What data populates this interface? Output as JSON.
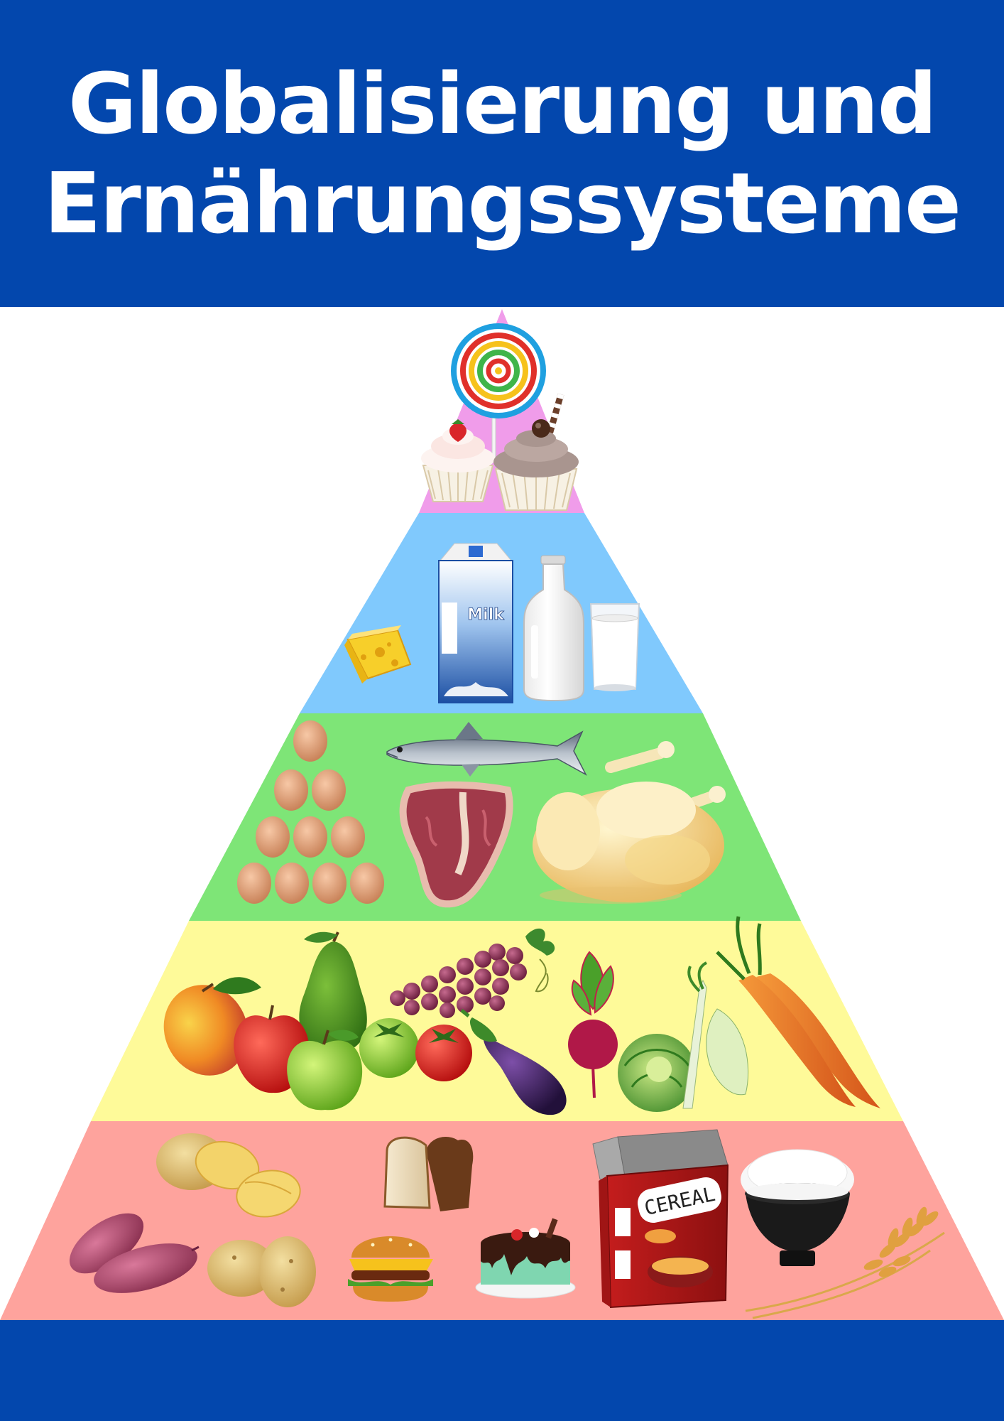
{
  "header": {
    "title_line_1": "Globalisierung und",
    "title_line_2": "Ernährungssysteme",
    "background": "#0347ad",
    "text_color": "#ffffff"
  },
  "pyramid": {
    "tiers": [
      {
        "name": "sweets",
        "color": "#f09cea",
        "items": [
          "lollipop-icon",
          "cupcake-icon",
          "chocolate-cupcake-icon"
        ]
      },
      {
        "name": "dairy",
        "color": "#80c9fd",
        "items": [
          "cheese-icon",
          "milk-carton-icon",
          "milk-bottle-icon",
          "milk-glass-icon"
        ]
      },
      {
        "name": "protein",
        "color": "#7ee577",
        "items": [
          "eggs-icon",
          "fish-icon",
          "steak-icon",
          "roast-chicken-icon"
        ]
      },
      {
        "name": "fruits-vegetables",
        "color": "#fefa99",
        "items": [
          "mango-icon",
          "avocado-icon",
          "grapes-icon",
          "apple-icon",
          "tomato-icon",
          "eggplant-icon",
          "beetroot-icon",
          "cabbage-icon",
          "leek-icon",
          "carrot-icon"
        ]
      },
      {
        "name": "carbohydrates",
        "color": "#fea39d",
        "items": [
          "potato-chips-icon",
          "bread-icon",
          "cereal-box-icon",
          "rice-bowl-icon",
          "sweet-potato-icon",
          "potato-icon",
          "burger-icon",
          "cake-icon",
          "wheat-icon"
        ]
      }
    ],
    "milk_carton_label": "Milk",
    "cereal_box_label": "CEREAL"
  },
  "footer": {
    "background": "#0347ad"
  }
}
